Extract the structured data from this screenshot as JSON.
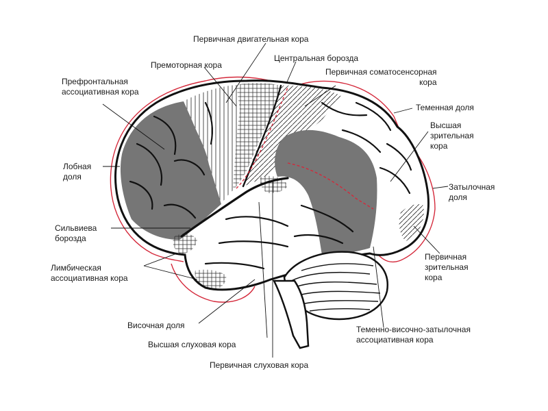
{
  "colors": {
    "boundary": "#d4283a",
    "dark_fill": "#767676",
    "outline": "#111111"
  },
  "labels": {
    "primary_motor": "Первичная двигательная кора",
    "central_sulcus": "Центральная борозда",
    "premotor": "Премоторная кора",
    "somatosensory_1": "Первичная соматосенсорная",
    "somatosensory_2": "кора",
    "prefrontal_1": "Префронтальная",
    "prefrontal_2": "ассоциативная кора",
    "parietal_lobe": "Теменная доля",
    "higher_visual_1": "Высшая",
    "higher_visual_2": "зрительная",
    "higher_visual_3": "кора",
    "frontal_lobe_1": "Лобная",
    "frontal_lobe_2": "доля",
    "occipital_lobe_1": "Затылочная",
    "occipital_lobe_2": "доля",
    "sylvian_1": "Сильвиева",
    "sylvian_2": "борозда",
    "limbic_1": "Лимбическая",
    "limbic_2": "ассоциативная кора",
    "primary_visual_1": "Первичная",
    "primary_visual_2": "зрительная",
    "primary_visual_3": "кора",
    "temporal_lobe": "Височная доля",
    "tpo_1": "Теменно-височно-затылочная",
    "tpo_2": "ассоциативная кора",
    "higher_auditory": "Высшая слуховая кора",
    "primary_auditory": "Первичная слуховая кора"
  }
}
